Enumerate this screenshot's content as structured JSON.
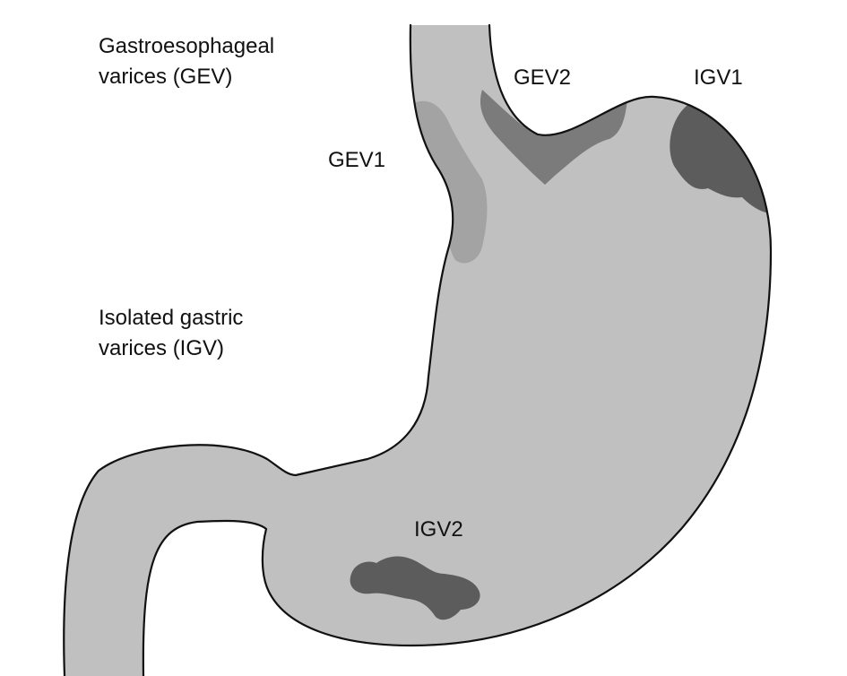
{
  "labels": {
    "gev_title_line1": "Gastroesophageal",
    "gev_title_line2": "varices (GEV)",
    "igv_title_line1": "Isolated gastric",
    "igv_title_line2": "varices (IGV)",
    "gev1": "GEV1",
    "gev2": "GEV2",
    "igv1": "IGV1",
    "igv2": "IGV2"
  },
  "colors": {
    "stomach_fill": "#c0c0c0",
    "outline": "#111111",
    "gev1_region": "#a3a3a3",
    "gev2_region": "#7b7b7b",
    "igv_region": "#5c5c5c"
  }
}
